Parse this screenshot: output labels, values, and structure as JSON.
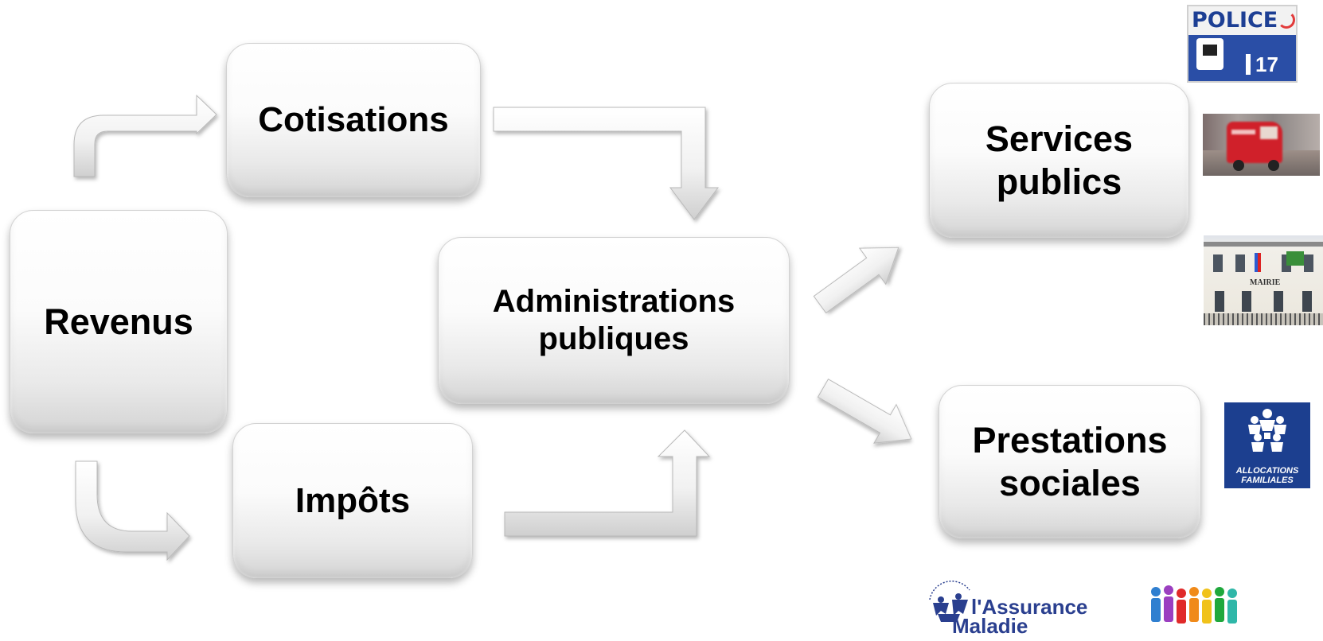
{
  "boxes": {
    "revenus": "Revenus",
    "cotisations": "Cotisations",
    "impots": "Impôts",
    "administrations_line1": "Administrations",
    "administrations_line2": "publiques",
    "services_line1": "Services",
    "services_line2": "publics",
    "prestations_line1": "Prestations",
    "prestations_line2": "sociales"
  },
  "images": {
    "police_sign_word": "POLICE",
    "police_sign_number": "17",
    "mairie_word": "MAIRIE",
    "caf_line1": "ALLOCATIONS",
    "caf_line2": "FAMILIALES",
    "assurance_line1": "l'Assurance",
    "assurance_line2": "Maladie"
  }
}
